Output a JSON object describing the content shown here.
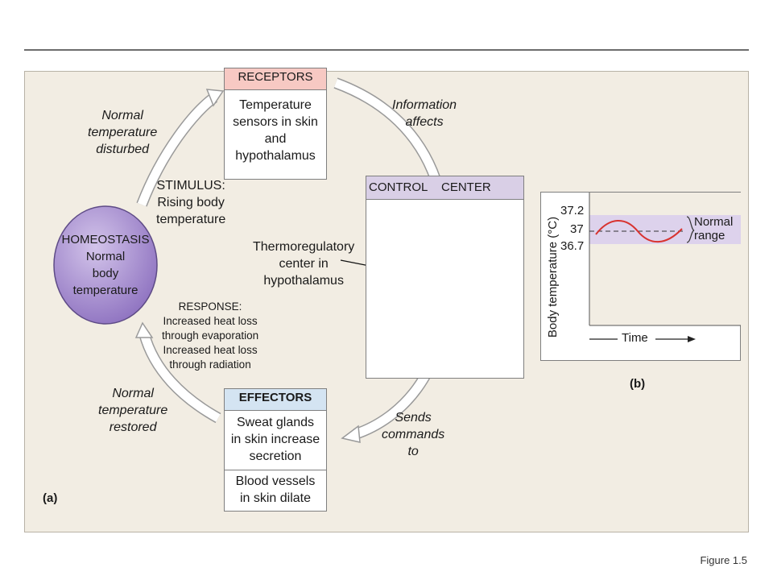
{
  "receptors": {
    "header": "RECEPTORS",
    "lines": [
      "Temperature",
      "sensors in skin",
      "and",
      "hypothalamus"
    ]
  },
  "control_center": {
    "header_left": "CONTROL",
    "header_right": "CENTER"
  },
  "effectors": {
    "header": "EFFECTORS",
    "item1": [
      "Sweat glands",
      "in skin increase",
      "secretion"
    ],
    "item2": [
      "Blood vessels",
      "in skin dilate"
    ]
  },
  "homeostasis": {
    "lines": [
      "HOMEOSTASIS",
      "Normal",
      "body",
      "temperature"
    ]
  },
  "stimulus": [
    "STIMULUS:",
    "Rising body",
    "temperature"
  ],
  "response": [
    "RESPONSE:",
    "Increased heat loss",
    "through evaporation",
    "Increased heat loss",
    "through radiation"
  ],
  "arrow_labels": {
    "disturbed": [
      "Normal",
      "temperature",
      "disturbed"
    ],
    "info": [
      "Information",
      "affects"
    ],
    "sends": [
      "Sends",
      "commands",
      "to"
    ],
    "restored": [
      "Normal",
      "temperature",
      "restored"
    ]
  },
  "thermo_label": [
    "Thermoregulatory",
    "center in",
    "hypothalamus"
  ],
  "panel_labels": {
    "a": "(a)",
    "b": "(b)"
  },
  "graph": {
    "ylabel": "Body temperature (°C)",
    "ticks": [
      "37.2",
      "37",
      "36.7"
    ],
    "brace_label": [
      "Normal",
      "range"
    ],
    "xlabel": "Time"
  },
  "colors": {
    "receptors_header": "#f7c9c3",
    "effectors_header": "#d4e4f2",
    "control_header": "#d9cfe6",
    "homeostasis_fill": "#a88fcf",
    "hypothalamus_marker": "#9b3fa8",
    "normal_band": "#ddd2ec",
    "curve": "#d8322f"
  },
  "figure_label": "Figure 1.5"
}
